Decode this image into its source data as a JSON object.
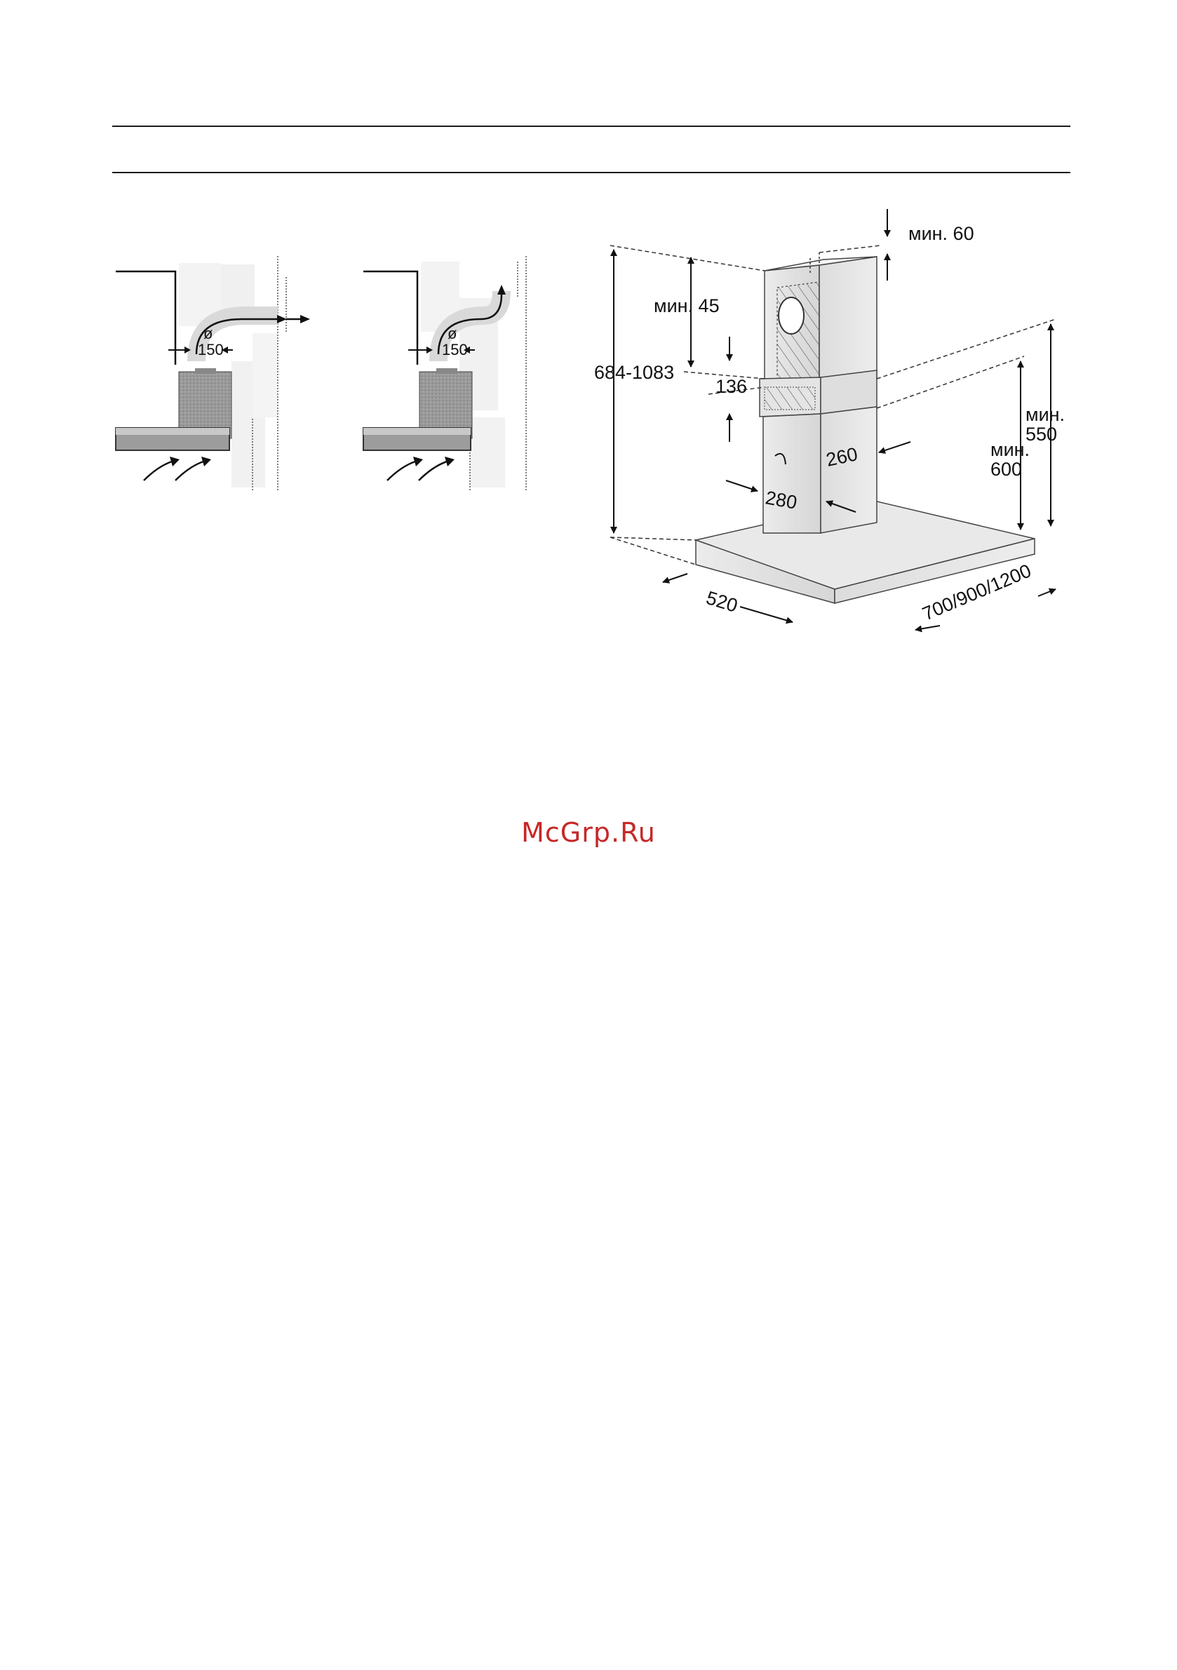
{
  "diagram": {
    "labels": {
      "min_60": "мин. 60",
      "min_45": "мин. 45",
      "height_range": "684-1083",
      "dim_136": "136",
      "min_550_line1": "мин.",
      "min_550_line2": "550",
      "min_600_line1": "мин.",
      "min_600_line2": "600",
      "dim_260": "260",
      "dim_280": "280",
      "dim_520": "520",
      "width_options": "700/900/1200"
    },
    "duct_detail": {
      "diameter_symbol": "ø",
      "diameter": "150"
    }
  },
  "watermark": {
    "text": "McGrp.Ru",
    "color": "#c62828"
  }
}
